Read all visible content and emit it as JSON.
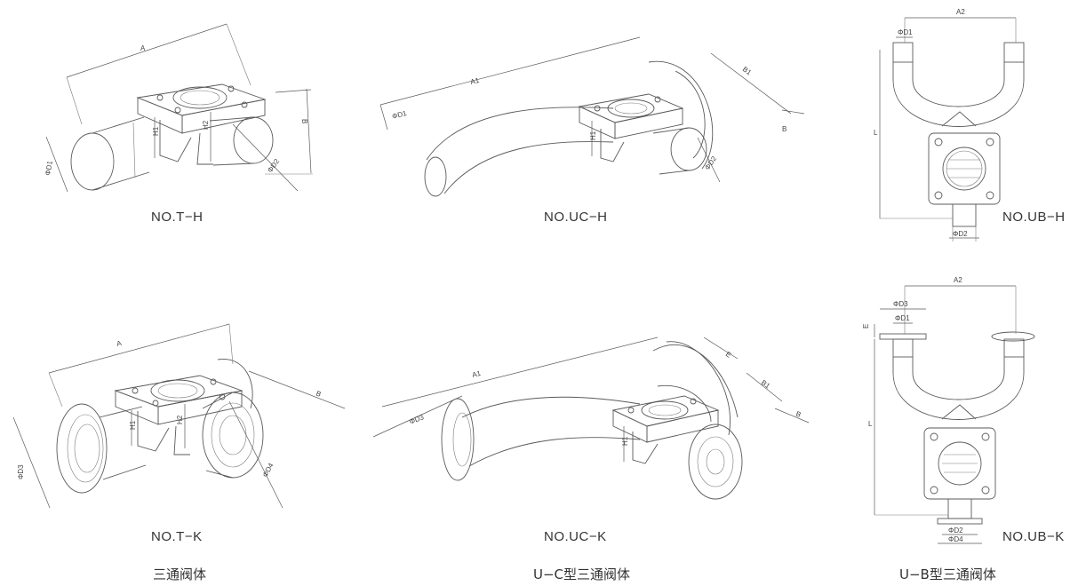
{
  "captions": {
    "t_h": "NO.T−H",
    "uc_h": "NO.UC−H",
    "ub_h": "NO.UB−H",
    "t_k": "NO.T−K",
    "uc_k": "NO.UC−K",
    "ub_k": "NO.UB−K"
  },
  "titles": {
    "tee": "三通阀体",
    "uc": "U−C型三通阀体",
    "ub": "U−B型三通阀体"
  },
  "dims": {
    "A": "A",
    "A1": "A1",
    "A2": "A2",
    "B": "B",
    "B1": "B1",
    "E": "E",
    "L": "L",
    "H1": "H1",
    "H2": "H2",
    "D1": "ΦD1",
    "D2": "ΦD2",
    "D3": "ΦD3",
    "D4": "ΦD4"
  }
}
